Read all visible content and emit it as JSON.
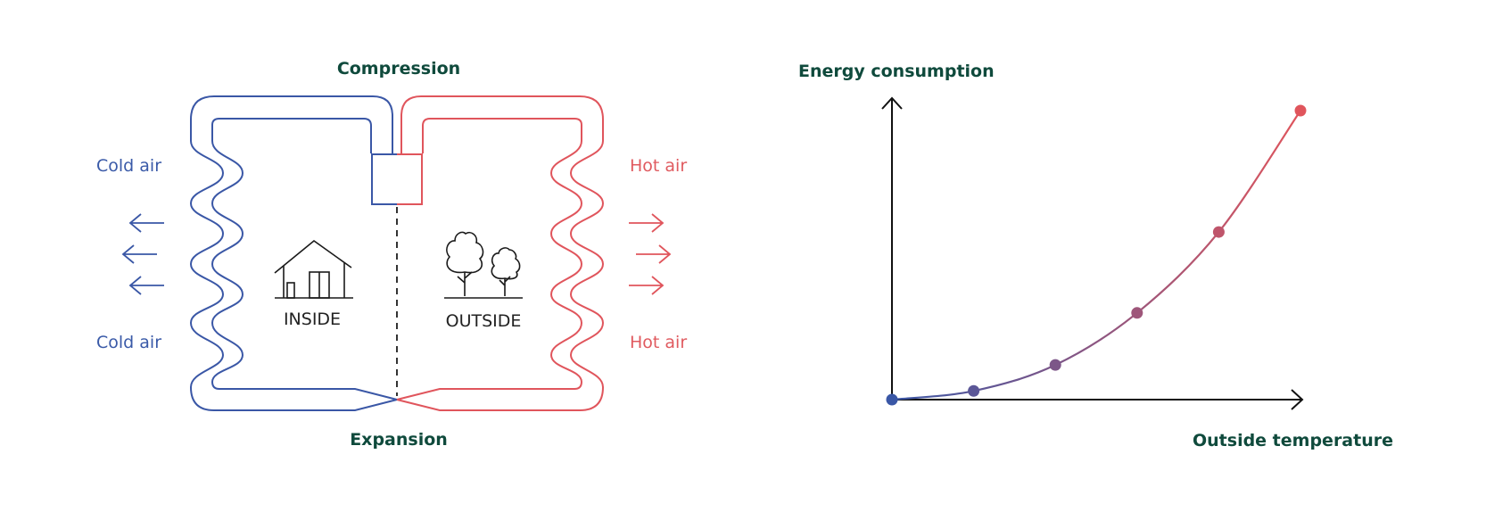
{
  "colors": {
    "cold": "#3a57a6",
    "hot": "#e0555c",
    "title": "#0f4a3c",
    "ink": "#1a1a1a"
  },
  "cycle": {
    "compression": "Compression",
    "expansion": "Expansion",
    "cold_air_top": "Cold air",
    "cold_air_bottom": "Cold air",
    "hot_air_top": "Hot air",
    "hot_air_bottom": "Hot air",
    "inside": "INSIDE",
    "outside": "OUTSIDE",
    "icons": [
      "house-icon",
      "trees-icon",
      "arrow-left-icon",
      "arrow-right-icon",
      "compressor-box"
    ]
  },
  "chart_data": {
    "type": "line",
    "ylabel": "Energy consumption",
    "xlabel": "Outside temperature",
    "x": [
      0,
      1,
      2,
      3,
      4,
      5
    ],
    "y": [
      0.0,
      0.03,
      0.12,
      0.3,
      0.58,
      1.0
    ],
    "axis_ticks": false,
    "grid": false,
    "gradient": [
      "#3a57a6",
      "#e0555c"
    ]
  }
}
